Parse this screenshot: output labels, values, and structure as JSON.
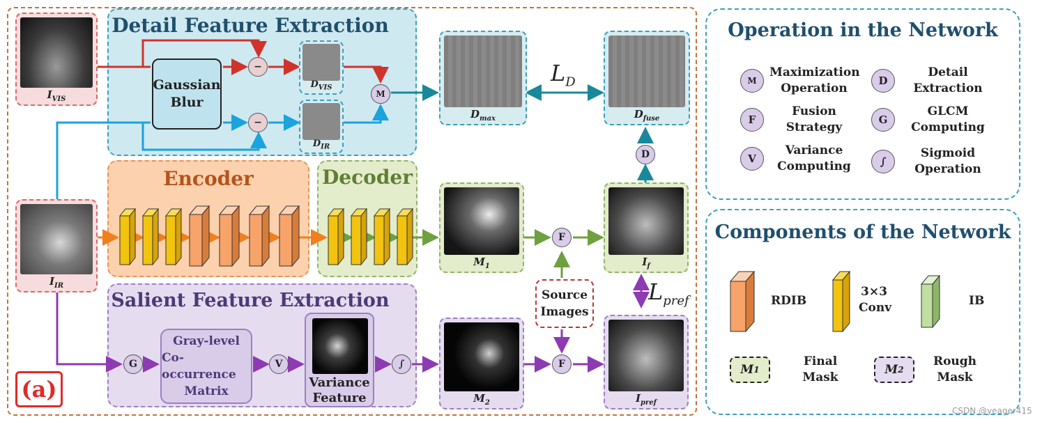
{
  "modules": {
    "detail": "Detail Feature Extraction",
    "encoder": "Encoder",
    "decoder": "Decoder",
    "salient": "Salient Feature Extraction"
  },
  "images": {
    "vis": {
      "main": "I",
      "sub": "VIS"
    },
    "ir": {
      "main": "I",
      "sub": "IR"
    },
    "d_vis": {
      "main": "D",
      "sub": "VIS"
    },
    "d_ir": {
      "main": "D",
      "sub": "IR"
    },
    "d_max": {
      "main": "D",
      "sub": "max"
    },
    "d_fuse": {
      "main": "D",
      "sub": "fuse"
    },
    "m1": {
      "main": "M",
      "sub": "1"
    },
    "m2": {
      "main": "M",
      "sub": "2"
    },
    "i_f": {
      "main": "I",
      "sub": "f"
    },
    "i_pref": {
      "main": "I",
      "sub": "pref"
    }
  },
  "blocks": {
    "gaussian": [
      "Gaussian",
      "Blur"
    ],
    "glcm": [
      "Gray-level",
      "Co-occurrence",
      "Matrix"
    ],
    "variance": [
      "Variance",
      "Feature"
    ],
    "source": [
      "Source",
      "Images"
    ]
  },
  "ops": {
    "minus": "−",
    "max": "M",
    "fusion": "F",
    "detail": "D",
    "glcm": "G",
    "variance": "V",
    "sigmoid": "∫"
  },
  "losses": {
    "ld": {
      "main": "L",
      "sub": "D"
    },
    "lpref": {
      "main": "L",
      "sub": "pref"
    }
  },
  "tag": "(a)",
  "operations_panel": {
    "title": "Operation in the Network",
    "items": [
      {
        "symbol": "M",
        "label": [
          "Maximization",
          "Operation"
        ]
      },
      {
        "symbol": "D",
        "label": [
          "Detail",
          "Extraction"
        ]
      },
      {
        "symbol": "F",
        "label": [
          "Fusion",
          "Strategy"
        ]
      },
      {
        "symbol": "G",
        "label": [
          "GLCM",
          "Computing"
        ]
      },
      {
        "symbol": "V",
        "label": [
          "Variance",
          "Computing"
        ]
      },
      {
        "symbol": "∫",
        "label": [
          "Sigmoid",
          "Operation"
        ]
      }
    ]
  },
  "components_panel": {
    "title": "Components of the Network",
    "rdib": "RDIB",
    "conv": [
      "3×3",
      "Conv"
    ],
    "ib": "IB",
    "m1": {
      "main": "M",
      "sub": "1",
      "label": [
        "Final",
        "Mask"
      ]
    },
    "m2": {
      "main": "M",
      "sub": "2",
      "label": [
        "Rough",
        "Mask"
      ]
    }
  },
  "colors": {
    "red_flow": "#d0332b",
    "blue_flow": "#1aa3dc",
    "teal_flow": "#18899a",
    "orange_flow": "#f07f1c",
    "green_flow": "#6fa040",
    "purple_flow": "#8d3ab3",
    "conv_yellow": "#f2c30f",
    "rdib_orange": "#f7a36a",
    "ib_green": "#bfe0a0"
  },
  "watermark": "CSDN @yeager415"
}
